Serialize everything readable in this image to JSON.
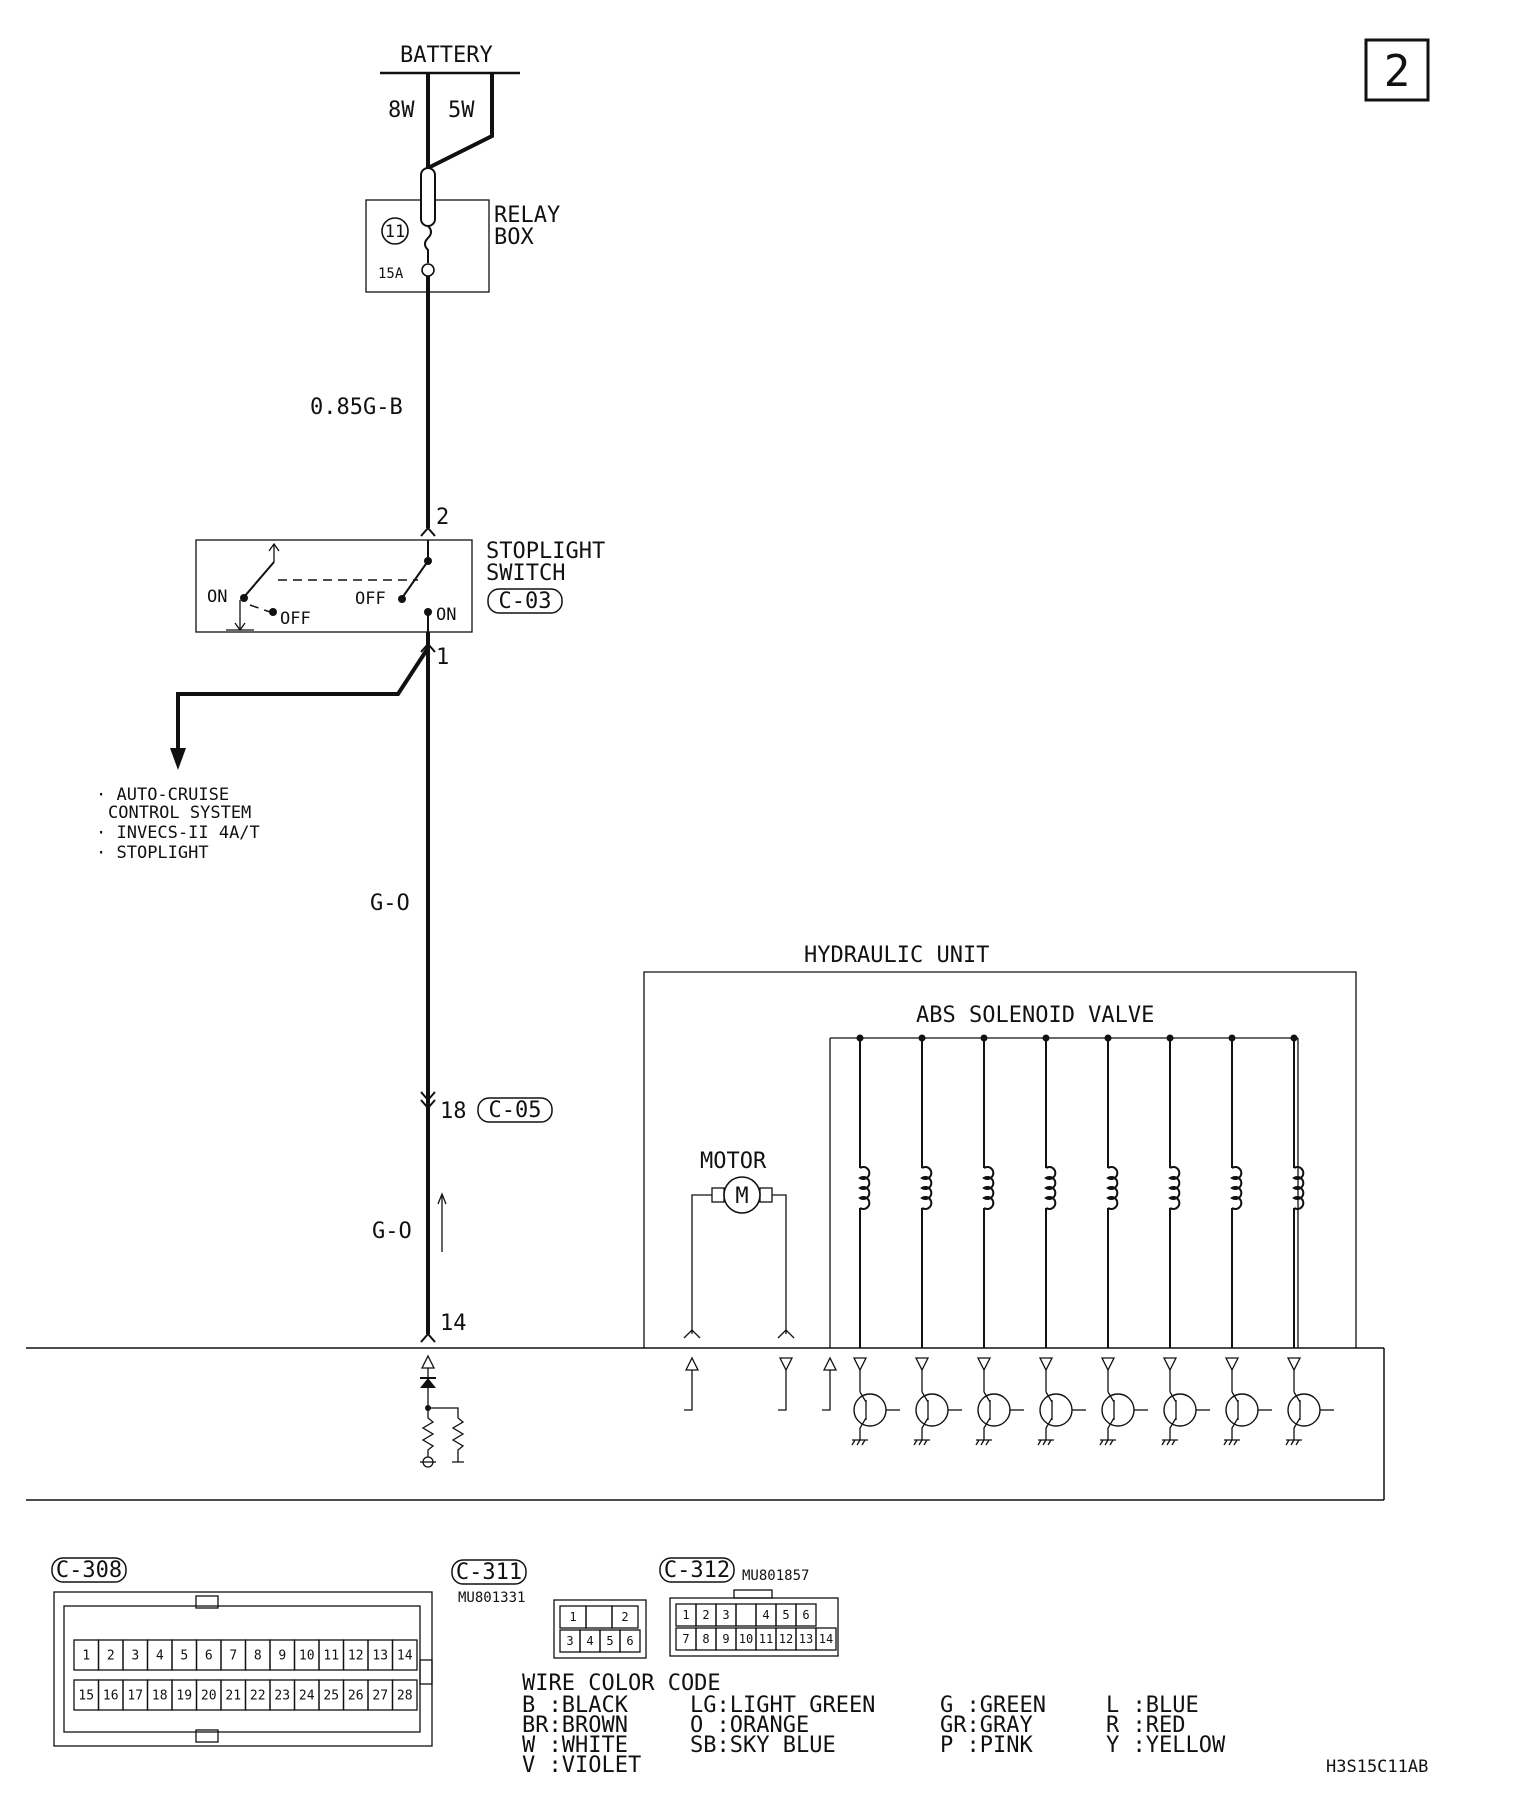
{
  "page_number": "2",
  "battery": {
    "label": "BATTERY",
    "wire_a": "8W",
    "wire_b": "5W"
  },
  "relay_box": {
    "label_line1": "RELAY",
    "label_line2": "BOX",
    "fuse_number": "11",
    "fuse_rating": "15A"
  },
  "wire_labels": {
    "supply": "0.85G-B",
    "lower_1": "G-O",
    "lower_2": "G-O"
  },
  "stoplight_switch": {
    "label_line1": "STOPLIGHT",
    "label_line2": "SWITCH",
    "connector": "C-03",
    "pin_top": "2",
    "pin_bottom": "1",
    "on_left": "ON",
    "off_left": "OFF",
    "off_right": "OFF",
    "on_right": "ON"
  },
  "branch_targets": [
    "AUTO-CRUISE",
    "CONTROL SYSTEM",
    "INVECS-II 4A/T",
    "STOPLIGHT"
  ],
  "connector_c05": {
    "pin": "18",
    "label": "C-05"
  },
  "ecu_pin": "14",
  "hydraulic_unit": {
    "label": "HYDRAULIC UNIT",
    "solenoid_label": "ABS SOLENOID VALVE",
    "motor_label": "MOTOR",
    "motor_symbol": "M"
  },
  "connectors": {
    "c308": {
      "label": "C-308",
      "row1": [
        "1",
        "2",
        "3",
        "4",
        "5",
        "6",
        "7",
        "8",
        "9",
        "10",
        "11",
        "12",
        "13",
        "14"
      ],
      "row2": [
        "15",
        "16",
        "17",
        "18",
        "19",
        "20",
        "21",
        "22",
        "23",
        "24",
        "25",
        "26",
        "27",
        "28"
      ]
    },
    "c311": {
      "label": "C-311",
      "part": "MU801331",
      "row1": [
        "1",
        "",
        "2"
      ],
      "row2": [
        "3",
        "4",
        "5",
        "6"
      ]
    },
    "c312": {
      "label": "C-312",
      "part": "MU801857",
      "row1": [
        "1",
        "2",
        "3",
        "",
        "4",
        "5",
        "6"
      ],
      "row2": [
        "7",
        "8",
        "9",
        "10",
        "11",
        "12",
        "13",
        "14"
      ]
    }
  },
  "wire_color_code": {
    "title": "WIRE COLOR CODE",
    "columns": [
      [
        "B :BLACK",
        "BR:BROWN",
        "W :WHITE",
        "V :VIOLET"
      ],
      [
        "LG:LIGHT GREEN",
        "O :ORANGE",
        "SB:SKY BLUE"
      ],
      [
        "G :GREEN",
        "GR:GRAY",
        "P :PINK"
      ],
      [
        "L :BLUE",
        "R :RED",
        "Y :YELLOW"
      ]
    ]
  },
  "figure_code": "H3S15C11AB"
}
